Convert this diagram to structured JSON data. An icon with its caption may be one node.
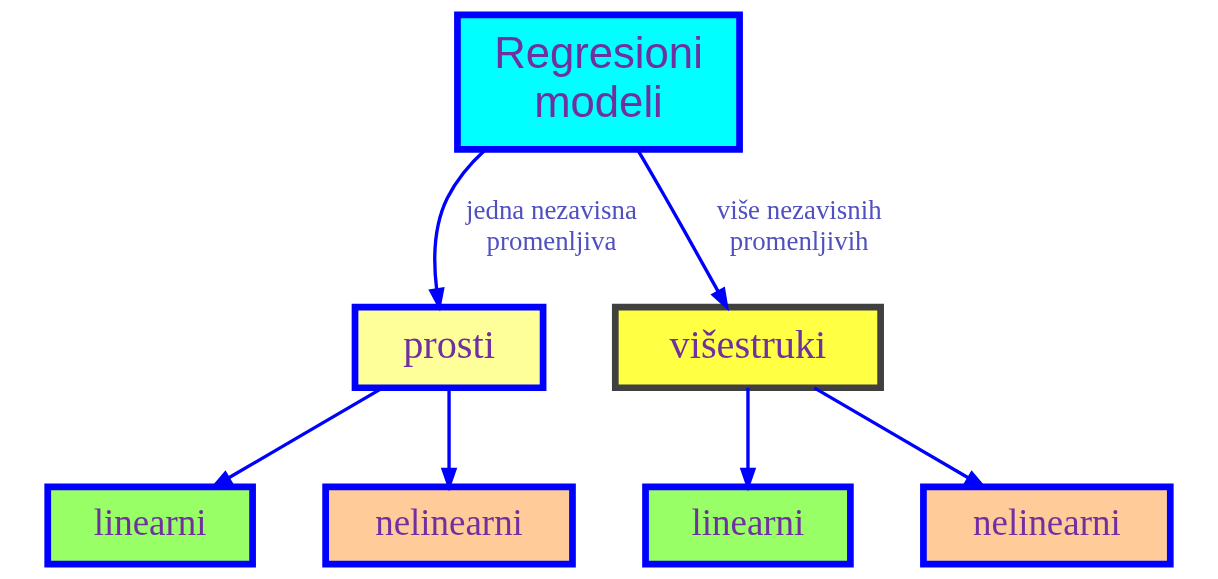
{
  "diagram": {
    "nodes": [
      {
        "text": [
          "Regresioni modeli"
        ]
      },
      {
        "text": [
          "prosti"
        ]
      },
      {
        "text": [
          "višestruki"
        ]
      },
      {
        "text": [
          "linearni"
        ]
      },
      {
        "text": [
          "nelinearni"
        ]
      },
      {
        "text": [
          "linearni"
        ]
      },
      {
        "text": [
          "nelinearni"
        ]
      }
    ],
    "edges": [
      {
        "from": 0,
        "to": 1,
        "arrow": "to",
        "label": "jedna nezavisna promenljiva"
      },
      {
        "from": 0,
        "to": 2,
        "arrow": "to",
        "label": "više nezavisnih promenljivih"
      },
      {
        "from": 1,
        "to": 3,
        "arrow": "to"
      },
      {
        "from": 1,
        "to": 4,
        "arrow": "to"
      },
      {
        "from": 2,
        "to": 5,
        "arrow": "to"
      },
      {
        "from": 2,
        "to": 6,
        "arrow": "to"
      }
    ]
  }
}
